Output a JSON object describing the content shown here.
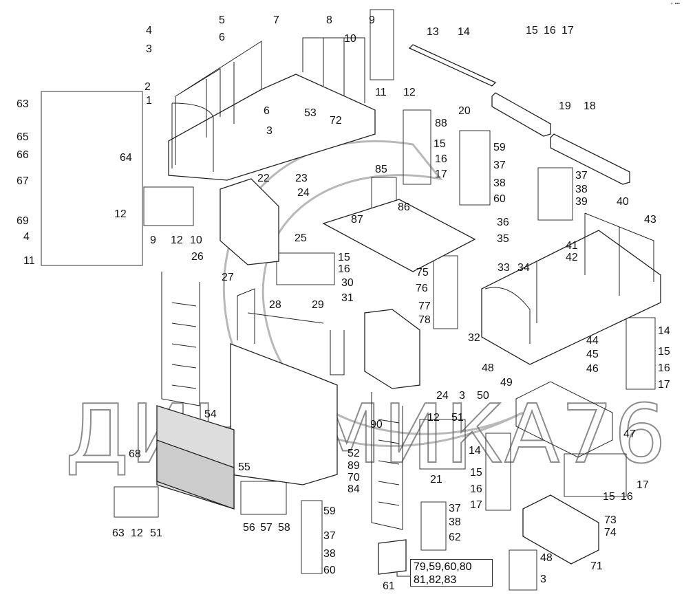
{
  "diagram": {
    "watermark": "ДИНАМИКА76",
    "corner_mark": "⌐ ▪▪▪",
    "parts_list_box": [
      "79,59,60,80",
      "81,82,83"
    ],
    "labels": [
      "5",
      "4",
      "6",
      "3",
      "7",
      "8",
      "9",
      "10",
      "11",
      "12",
      "13",
      "14",
      "15",
      "16",
      "17",
      "20",
      "19",
      "18",
      "2",
      "1",
      "63",
      "64",
      "65",
      "66",
      "67",
      "69",
      "12",
      "4",
      "11",
      "6",
      "53",
      "3",
      "72",
      "88",
      "15",
      "16",
      "17",
      "59",
      "37",
      "38",
      "60",
      "37",
      "38",
      "39",
      "40",
      "43",
      "41",
      "42",
      "35",
      "36",
      "22",
      "23",
      "24",
      "85",
      "86",
      "87",
      "25",
      "9",
      "12",
      "10",
      "15",
      "16",
      "30",
      "75",
      "76",
      "77",
      "78",
      "33",
      "34",
      "26",
      "27",
      "28",
      "29",
      "31",
      "32",
      "44",
      "14",
      "15",
      "45",
      "16",
      "46",
      "17",
      "48",
      "24",
      "3",
      "49",
      "50",
      "54",
      "90",
      "12",
      "51",
      "47",
      "68",
      "52",
      "89",
      "70",
      "84",
      "55",
      "21",
      "14",
      "15",
      "16",
      "17",
      "17",
      "15",
      "16",
      "73",
      "74",
      "63",
      "12",
      "51",
      "56",
      "57",
      "58",
      "59",
      "37",
      "38",
      "60",
      "37",
      "38",
      "62",
      "61",
      "71",
      "48",
      "3"
    ]
  }
}
